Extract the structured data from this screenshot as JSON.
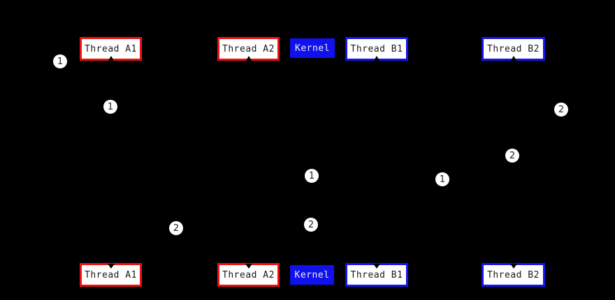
{
  "diagram": {
    "background_color": "#000000",
    "colors": {
      "thread_a_border": "#ee1111",
      "thread_b_border": "#1414ee",
      "kernel_fill": "#1111ee",
      "box_fill": "#ffffff",
      "box_text": "#1a1a1a",
      "kernel_text": "#eeeeee",
      "background_color": "#000000"
    },
    "top_row": [
      {
        "label": "Thread A1"
      },
      {
        "label": "Thread A2"
      },
      {
        "label": "Kernel"
      },
      {
        "label": "Thread B1"
      },
      {
        "label": "Thread B2"
      }
    ],
    "bottom_row": [
      {
        "label": "Thread A1"
      },
      {
        "label": "Thread A2"
      },
      {
        "label": "Kernel"
      },
      {
        "label": "Thread B1"
      },
      {
        "label": "Thread B2"
      }
    ],
    "markers": [
      {
        "label": "1"
      },
      {
        "label": "1"
      },
      {
        "label": "2"
      },
      {
        "label": "2"
      },
      {
        "label": "1"
      },
      {
        "label": "1"
      },
      {
        "label": "2"
      },
      {
        "label": "2"
      }
    ]
  }
}
